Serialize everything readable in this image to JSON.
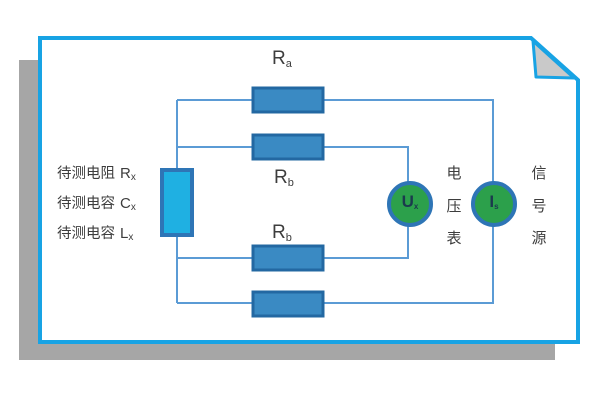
{
  "colors": {
    "page_border": "#18a3e4",
    "page_shadow": "#a6a6a6",
    "fold_corner": "#c9c9c9",
    "wire": "#5b9bd5",
    "resistor_fill": "#3a8ac3",
    "resistor_border": "#2368a2",
    "dut_fill": "#1fb0e2",
    "dut_border": "#2e75b6",
    "meter_fill": "#2ca04b",
    "meter_border": "#2e75b6"
  },
  "labels": {
    "resistor_top": {
      "main": "R",
      "sub": "a"
    },
    "resistor_mid": {
      "main": "R",
      "sub": "b"
    },
    "resistor_lower": {
      "main": "R",
      "sub": "b"
    },
    "dut": {
      "lines": [
        {
          "text": "待测电阻",
          "symbol": "R",
          "sub": "x"
        },
        {
          "text": "待测电容",
          "symbol": "C",
          "sub": "x"
        },
        {
          "text": "待测电容",
          "symbol": "L",
          "sub": "x"
        }
      ]
    },
    "voltmeter": {
      "symbol": "U",
      "sub": "x",
      "caption": "电压表"
    },
    "source": {
      "symbol": "I",
      "sub": "s",
      "caption": "信号源"
    }
  }
}
